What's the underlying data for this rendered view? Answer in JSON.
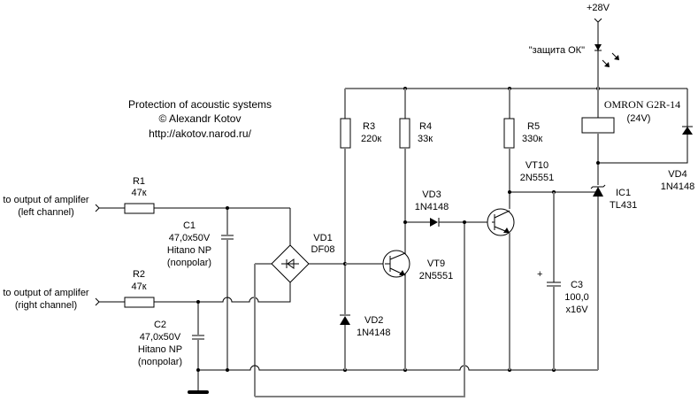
{
  "title": {
    "line1": "Protection of acoustic systems",
    "line2": "© Alexandr Kotov",
    "line3": "http://akotov.narod.ru/"
  },
  "inputs": {
    "left": {
      "line1": "to output of amplifer",
      "line2": "(left channel)"
    },
    "right": {
      "line1": "to output of amplifer",
      "line2": "(right channel)"
    }
  },
  "supply": {
    "label": "+28V"
  },
  "led": {
    "label": "\"защита ОК\""
  },
  "components": {
    "R1": {
      "ref": "R1",
      "value": "47к"
    },
    "R2": {
      "ref": "R2",
      "value": "47к"
    },
    "R3": {
      "ref": "R3",
      "value": "220к"
    },
    "R4": {
      "ref": "R4",
      "value": "33к"
    },
    "R5": {
      "ref": "R5",
      "value": "330к"
    },
    "C1": {
      "ref": "C1",
      "value": "47,0x50V",
      "type": "Hitano NP",
      "note": "(nonpolar)"
    },
    "C2": {
      "ref": "C2",
      "value": "47,0x50V",
      "type": "Hitano NP",
      "note": "(nonpolar)"
    },
    "C3": {
      "ref": "C3",
      "value": "100,0",
      "voltage": "x16V",
      "polarity": "+"
    },
    "VD1": {
      "ref": "VD1",
      "value": "DF08"
    },
    "VD2": {
      "ref": "VD2",
      "value": "1N4148"
    },
    "VD3": {
      "ref": "VD3",
      "value": "1N4148"
    },
    "VD4": {
      "ref": "VD4",
      "value": "1N4148"
    },
    "VT9": {
      "ref": "VT9",
      "value": "2N5551"
    },
    "VT10": {
      "ref": "VT10",
      "value": "2N5551"
    },
    "IC1": {
      "ref": "IC1",
      "value": "TL431"
    },
    "K1": {
      "ref": "OMRON G2R-14",
      "value": "(24V)"
    }
  }
}
